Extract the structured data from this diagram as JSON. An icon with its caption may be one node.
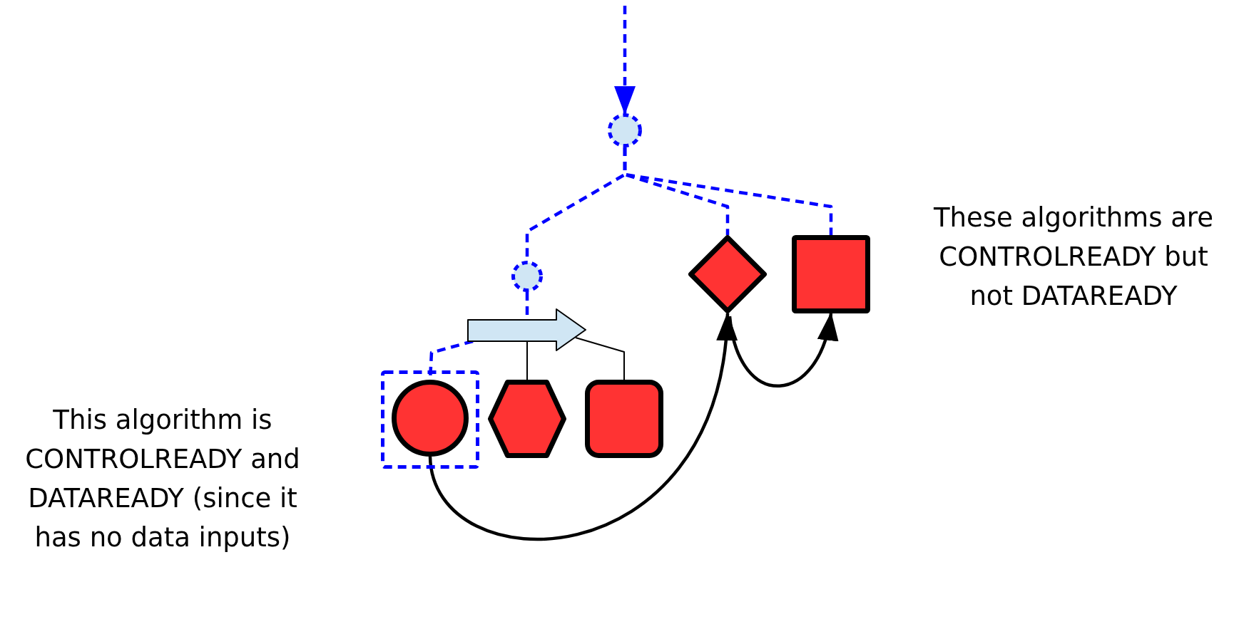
{
  "diagram": {
    "nodes": [
      {
        "text": [],
        "shape": "circle"
      },
      {
        "text": [],
        "shape": "circle"
      },
      {
        "text": [],
        "shape": "diamond"
      },
      {
        "text": [],
        "shape": "square"
      },
      {
        "text": [],
        "shape": "arrow"
      },
      {
        "text": [],
        "shape": "frame"
      },
      {
        "text": [],
        "shape": "circle",
        "in": 5
      },
      {
        "text": [],
        "shape": "hexagon"
      },
      {
        "text": [],
        "shape": "box"
      }
    ],
    "edges": [
      {
        "from": null,
        "to": 0,
        "arrow": "to",
        "style": "dashed",
        "color": "#0000ff"
      },
      {
        "from": 0,
        "to": 1,
        "arrow": "none",
        "style": "dashed",
        "color": "#0000ff"
      },
      {
        "from": 0,
        "to": 2,
        "arrow": "none",
        "style": "dashed",
        "color": "#0000ff"
      },
      {
        "from": 0,
        "to": 3,
        "arrow": "none",
        "style": "dashed",
        "color": "#0000ff"
      },
      {
        "from": 1,
        "to": 4,
        "arrow": "none",
        "style": "dashed",
        "color": "#0000ff"
      },
      {
        "from": 4,
        "to": 6,
        "arrow": "none",
        "style": "dashed",
        "color": "#0000ff"
      },
      {
        "from": 4,
        "to": 7,
        "arrow": "none",
        "color": "#000000"
      },
      {
        "from": 4,
        "to": 8,
        "arrow": "none",
        "color": "#000000"
      },
      {
        "from": 6,
        "to": 2,
        "arrow": "to",
        "color": "#000000"
      },
      {
        "from": 2,
        "to": 3,
        "arrow": "to",
        "color": "#000000"
      }
    ],
    "labels": [
      "These algorithms are CONTROLREADY but not DATAREADY",
      "This algorithm is CONTROLREADY and DATAREADY (since it has no data inputs)"
    ]
  }
}
